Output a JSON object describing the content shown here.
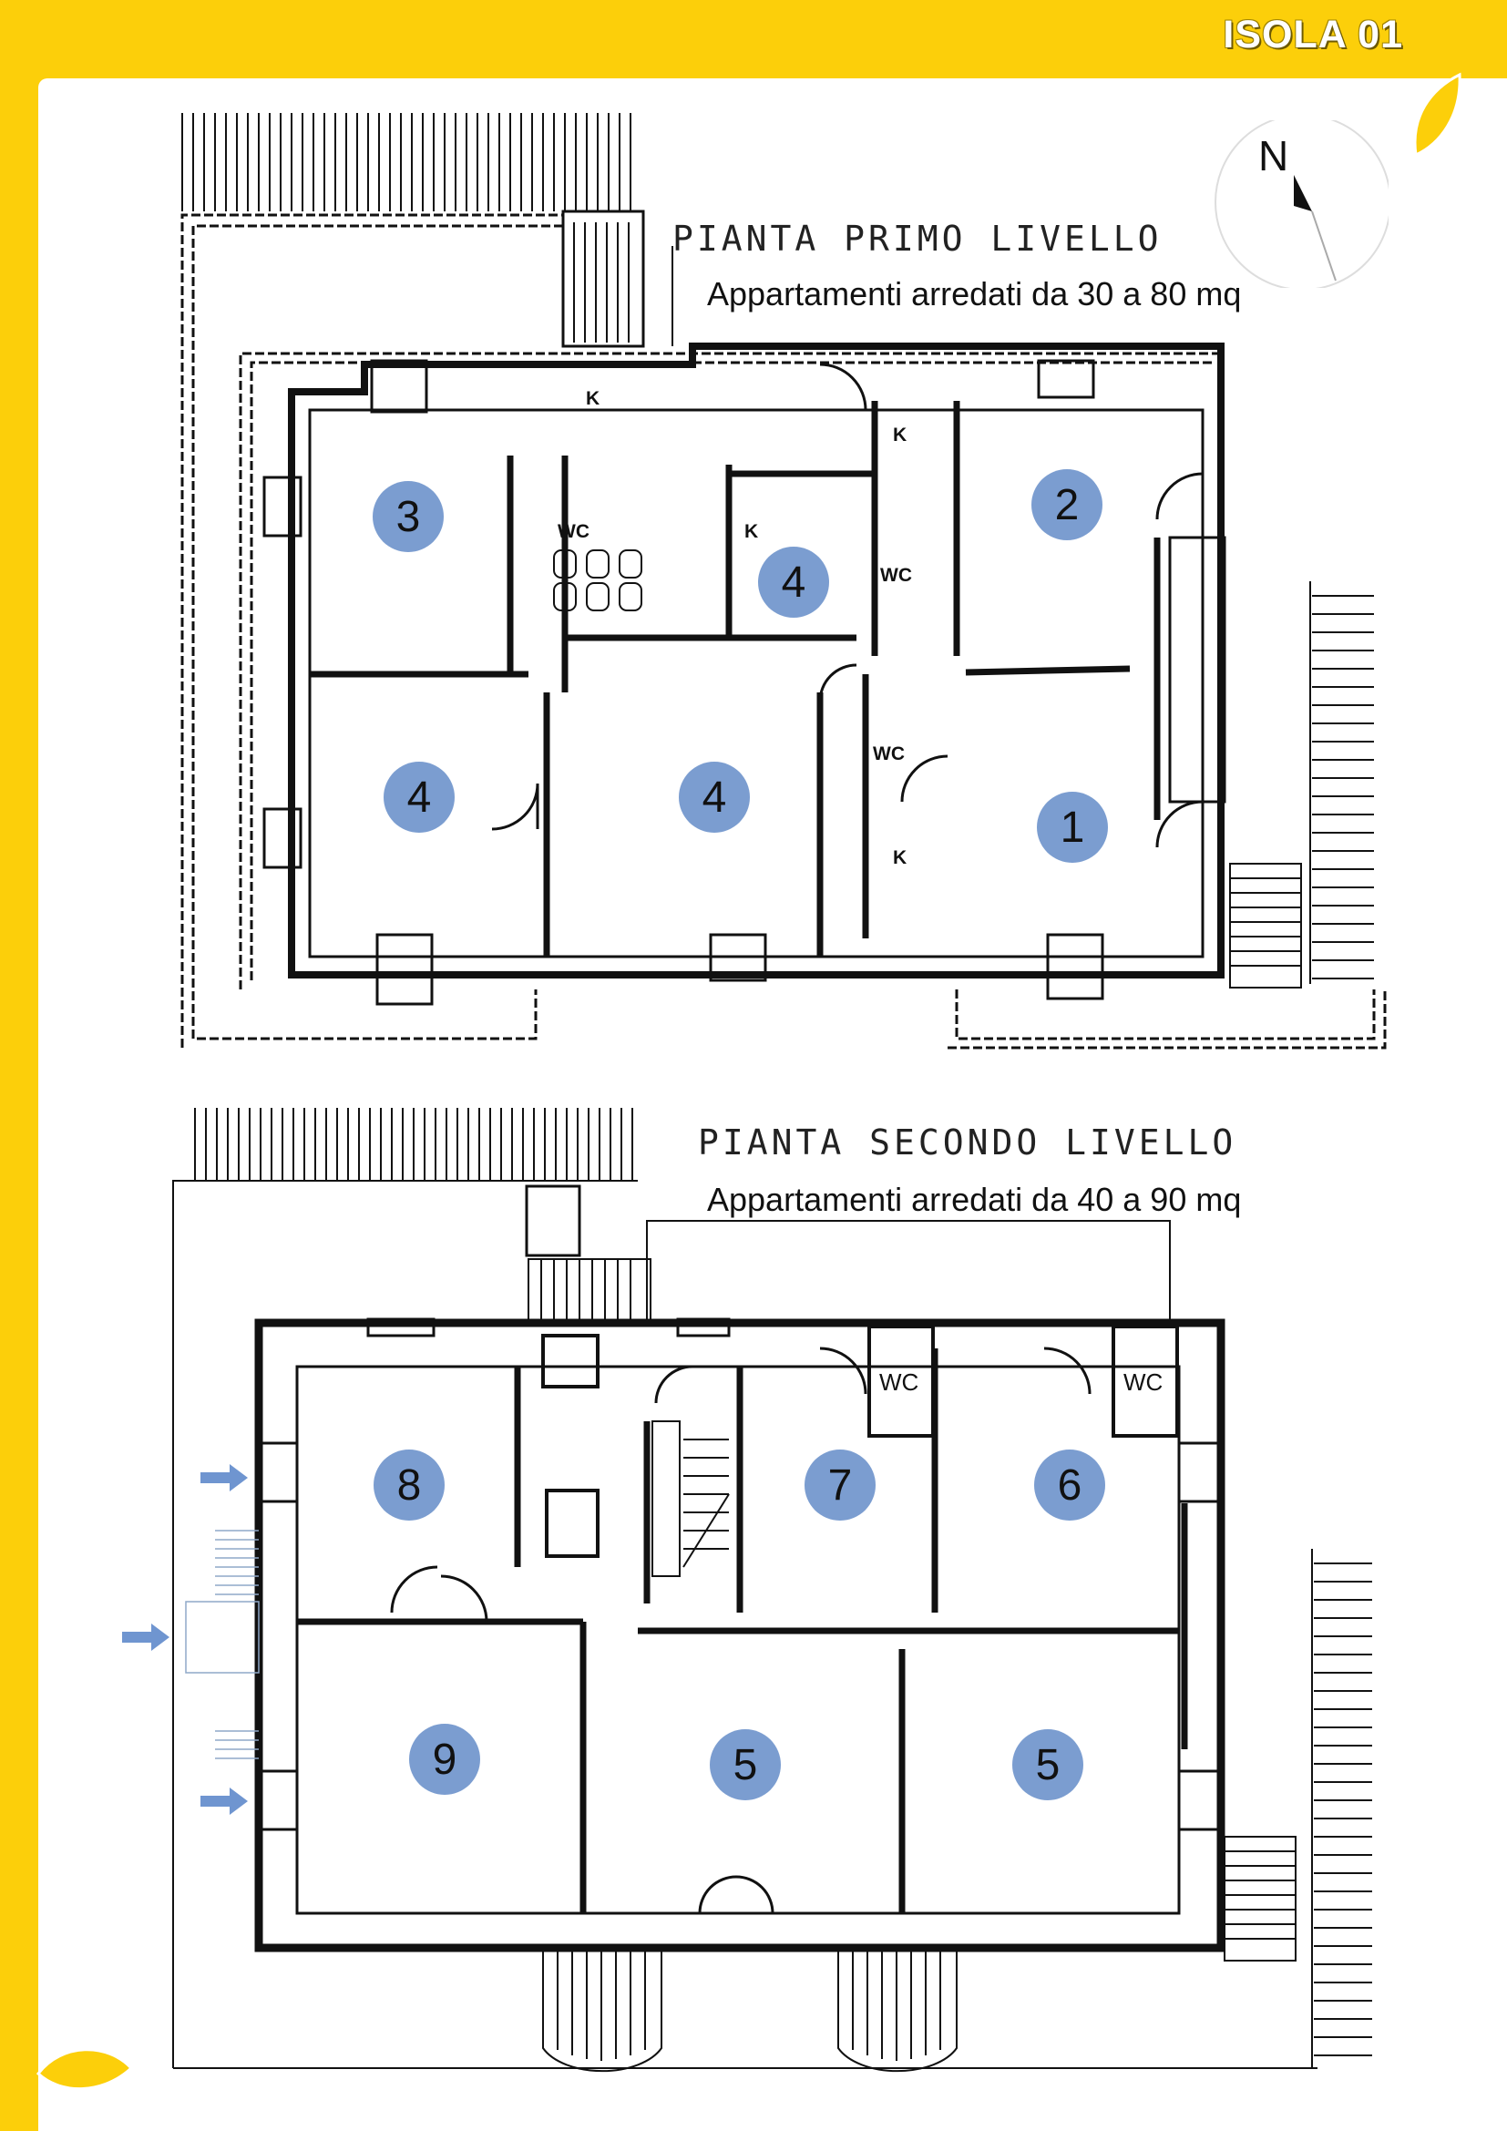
{
  "header": {
    "title": "ISOLA 01"
  },
  "north": {
    "letter": "N"
  },
  "plans": [
    {
      "title": "PIANTA PRIMO LIVELLO",
      "subtitle": "Appartamenti arredati da 30 a 80 mq",
      "apartments": [
        "3",
        "2",
        "4",
        "4",
        "4",
        "1"
      ],
      "labels": [
        "K",
        "K",
        "K",
        "K",
        "WC",
        "WC",
        "WC"
      ]
    },
    {
      "title": "PIANTA SECONDO LIVELLO",
      "subtitle": "Appartamenti arredati da 40 a 90 mq",
      "apartments": [
        "8",
        "7",
        "6",
        "9",
        "5",
        "5"
      ],
      "labels": [
        "WC",
        "WC"
      ]
    }
  ],
  "colors": {
    "frame": "#FCCF0A",
    "badge": "#7b9dd0",
    "arrow": "#6f95d0",
    "wall": "#111111"
  }
}
